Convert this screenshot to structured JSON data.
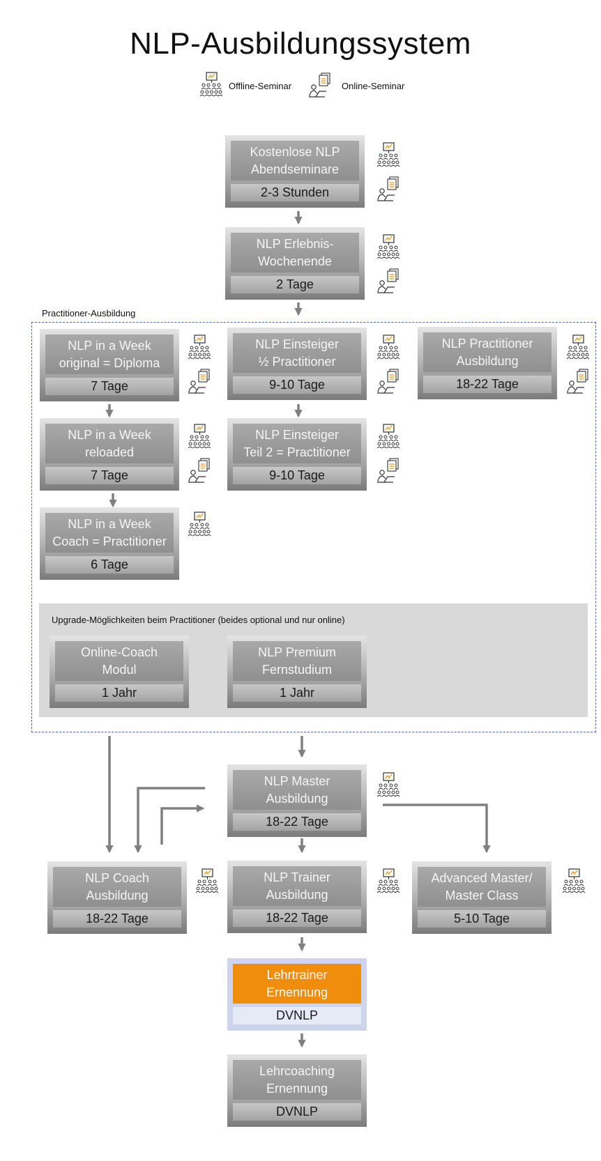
{
  "title": "NLP-Ausbildungssystem",
  "legend": {
    "offline": "Offline-Seminar",
    "online": "Online-Seminar"
  },
  "groups": {
    "practitioner": "Practitioner-Ausbildung",
    "upgrade": "Upgrade-Möglichkeiten beim Practitioner (beides optional und nur online)"
  },
  "nodes": {
    "abendseminare": {
      "title_1": "Kostenlose NLP",
      "title_2": "Abendseminare",
      "duration": "2-3 Stunden"
    },
    "erlebnis": {
      "title_1": "NLP Erlebnis-",
      "title_2": "Wochenende",
      "duration": "2 Tage"
    },
    "week_original": {
      "title_1": "NLP in a Week",
      "title_2": "original = Diploma",
      "duration": "7 Tage"
    },
    "einsteiger_half": {
      "title_1": "NLP Einsteiger",
      "title_2": "½ Practitioner",
      "duration": "9-10 Tage"
    },
    "practitioner": {
      "title_1": "NLP Practitioner",
      "title_2": "Ausbildung",
      "duration": "18-22 Tage"
    },
    "week_reloaded": {
      "title_1": "NLP in a Week",
      "title_2": "reloaded",
      "duration": "7 Tage"
    },
    "einsteiger_2": {
      "title_1": "NLP Einsteiger",
      "title_2": "Teil 2 = Practitioner",
      "duration": "9-10 Tage"
    },
    "week_coach": {
      "title_1": "NLP in a Week",
      "title_2": "Coach = Practitioner",
      "duration": "6 Tage"
    },
    "online_coach": {
      "title_1": "Online-Coach",
      "title_2": "Modul",
      "duration": "1 Jahr"
    },
    "premium": {
      "title_1": "NLP Premium",
      "title_2": "Fernstudium",
      "duration": "1 Jahr"
    },
    "master": {
      "title_1": "NLP Master",
      "title_2": "Ausbildung",
      "duration": "18-22 Tage"
    },
    "coach": {
      "title_1": "NLP Coach",
      "title_2": "Ausbildung",
      "duration": "18-22 Tage"
    },
    "trainer": {
      "title_1": "NLP Trainer",
      "title_2": "Ausbildung",
      "duration": "18-22 Tage"
    },
    "advanced": {
      "title_1": "Advanced Master/",
      "title_2": "Master Class",
      "duration": "5-10 Tage"
    },
    "lehrtrainer": {
      "title_1": "Lehrtrainer",
      "title_2": "Ernennung",
      "duration": "DVNLP"
    },
    "lehrcoaching": {
      "title_1": "Lehrcoaching",
      "title_2": "Ernennung",
      "duration": "DVNLP"
    }
  },
  "colors": {
    "accent_orange": "#f08d0c",
    "arrow_gray": "#808080",
    "dashed_border": "#4a6aa6",
    "upgrade_bg": "#d9d9d9"
  },
  "icons": {
    "offline": "presentation-audience-icon",
    "online": "person-at-laptop-document-icon"
  }
}
